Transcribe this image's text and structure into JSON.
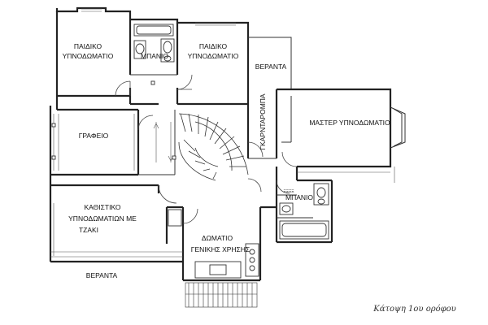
{
  "plan": {
    "rooms": {
      "kids_room_1": "ΠΑΙΔΙΚΟ ΥΠΝΟΔΩΜΑΤΙΟ",
      "kids_room_1_line1": "ΠΑΙΔΙΚΟ",
      "kids_room_1_line2": "ΥΠΝΟΔΩΜΑΤΙΟ",
      "bath_1": "ΜΠΑΝΙΟ",
      "kids_room_2_line1": "ΠΑΙΔΙΚΟ",
      "kids_room_2_line2": "ΥΠΝΟΔΩΜΑΤΙΟ",
      "veranda_1": "ΒΕΡΑΝΤΑ",
      "closet": "ΓΚΑΡΝΤΑΡΟΜΠΑ",
      "master": "ΜΑΣΤΕΡ ΥΠΝΟΔΩΜΑΤΙΟ",
      "office": "ΓΡΑΦΕΙΟ",
      "bath_2": "ΜΠΑΝΙΟ",
      "bath_2_small": "ΞΞΞΞ",
      "living_line1": "ΚΑΘΙΣΤΙΚΟ",
      "living_line2": "ΥΠΝΟΔΩΜΑΤΙΩΝ ΜΕ",
      "living_line3": "ΤΖΑΚΙ",
      "utility_line1": "ΔΩΜΑΤΙΟ",
      "utility_line2": "ΓΕΝΙΚΗΣ ΧΡΗΣΗΣ",
      "veranda_2": "ΒΕΡΑΝΤΑ"
    },
    "caption": "Κάτοψη 1ου ορόφου"
  }
}
